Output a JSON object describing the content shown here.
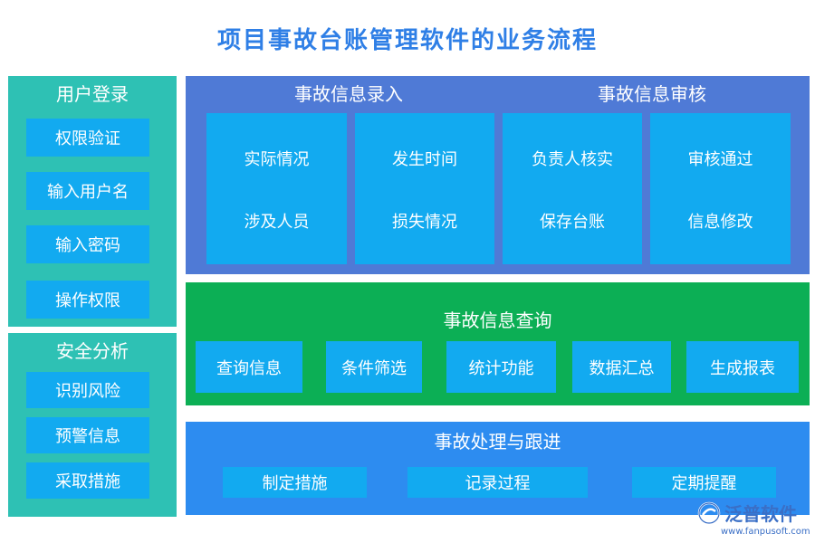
{
  "title": "项目事故台账管理软件的业务流程",
  "login": {
    "heading": "用户登录",
    "items": [
      "权限验证",
      "输入用户名",
      "输入密码",
      "操作权限"
    ]
  },
  "safety": {
    "heading": "安全分析",
    "items": [
      "识别风险",
      "预警信息",
      "采取措施"
    ]
  },
  "entry": {
    "heading": "事故信息录入",
    "cards": [
      {
        "top": "实际情况",
        "bottom": "涉及人员"
      },
      {
        "top": "发生时间",
        "bottom": "损失情况"
      }
    ]
  },
  "review": {
    "heading": "事故信息审核",
    "cards": [
      {
        "top": "负责人核实",
        "bottom": "保存台账"
      },
      {
        "top": "审核通过",
        "bottom": "信息修改"
      }
    ]
  },
  "query": {
    "heading": "事故信息查询",
    "items": [
      "查询信息",
      "条件筛选",
      "统计功能",
      "数据汇总",
      "生成报表"
    ]
  },
  "handling": {
    "heading": "事故处理与跟进",
    "items": [
      "制定措施",
      "记录过程",
      "定期提醒"
    ]
  },
  "logo": {
    "name": "泛普软件",
    "url": "www.fanpusoft.com"
  },
  "colors": {
    "title": "#2f7fe6",
    "teal": "#2ec1b4",
    "box": "#12aaf0",
    "purple": "#4f7ad6",
    "green": "#0caf55",
    "lightblue": "#2d8cf0"
  }
}
